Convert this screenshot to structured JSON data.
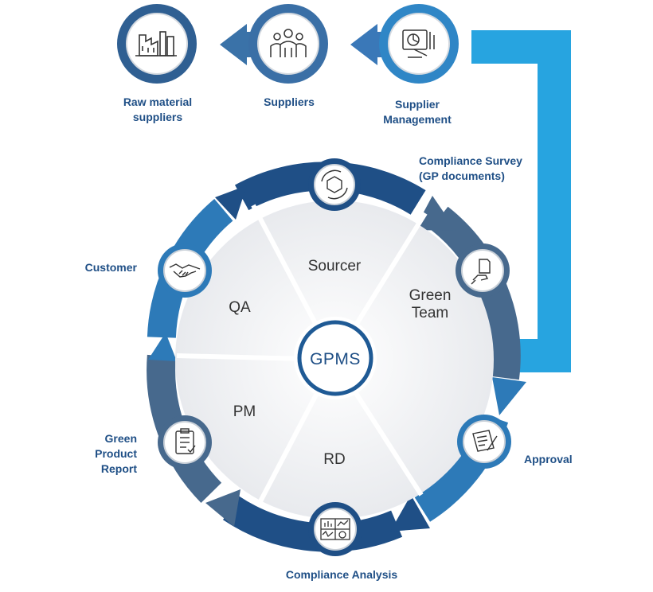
{
  "supply_chain": {
    "raw_material_suppliers": "Raw material\nsuppliers",
    "suppliers": "Suppliers",
    "supplier_management": "Supplier\nManagement"
  },
  "cycle_steps": {
    "compliance_survey": "Compliance Survey\n(GP documents)",
    "approval": "Approval",
    "compliance_analysis": "Compliance Analysis",
    "green_product_report": "Green\nProduct\nReport",
    "customer": "Customer"
  },
  "roles": {
    "sourcer": "Sourcer",
    "green_team": "Green\nTeam",
    "rd": "RD",
    "pm": "PM",
    "qa": "QA"
  },
  "hub": {
    "label": "GPMS"
  },
  "icons": {
    "raw_material_suppliers": "factory-icon",
    "suppliers": "people-group-icon",
    "supplier_management": "presentation-chart-icon",
    "compliance_survey": "cycle-cube-icon",
    "green_team": "hand-folder-icon",
    "approval": "document-sign-icon",
    "compliance_analysis": "dashboard-icon",
    "green_product_report": "clipboard-checklist-icon",
    "customer": "handshake-icon"
  },
  "colors": {
    "dark_blue": "#1f4f86",
    "mid_blue": "#3d7cb8",
    "slate_blue": "#4a6a8c",
    "light_blue": "#2aa5e0",
    "label": "#1f4f86"
  }
}
